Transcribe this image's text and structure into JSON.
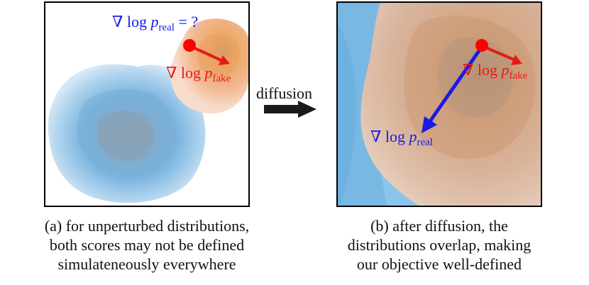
{
  "panel_a": {
    "score_real_prefix": "∇ log ",
    "score_real_var": "p",
    "score_real_sub": "real",
    "score_real_suffix": " =  ?",
    "score_fake_prefix": "∇ log ",
    "score_fake_var": "p",
    "score_fake_sub": "fake",
    "caption_lines": [
      "(a) for unperturbed distributions,",
      "both scores may not be defined",
      "simulateneously everywhere"
    ]
  },
  "transition": {
    "label": "diffusion"
  },
  "panel_b": {
    "score_real_prefix": "∇ log ",
    "score_real_var": "p",
    "score_real_sub": "real",
    "score_fake_prefix": "∇ log ",
    "score_fake_var": "p",
    "score_fake_sub": "fake",
    "caption_lines": [
      "(b) after diffusion, the",
      "distributions overlap, making",
      "our objective well-defined"
    ]
  },
  "colors": {
    "real_distribution": "#6fb6e6",
    "fake_distribution": "#f0a070",
    "real_score": "#1a1ae6",
    "fake_score": "#e61a1a",
    "sample_point": "#ff0000"
  }
}
